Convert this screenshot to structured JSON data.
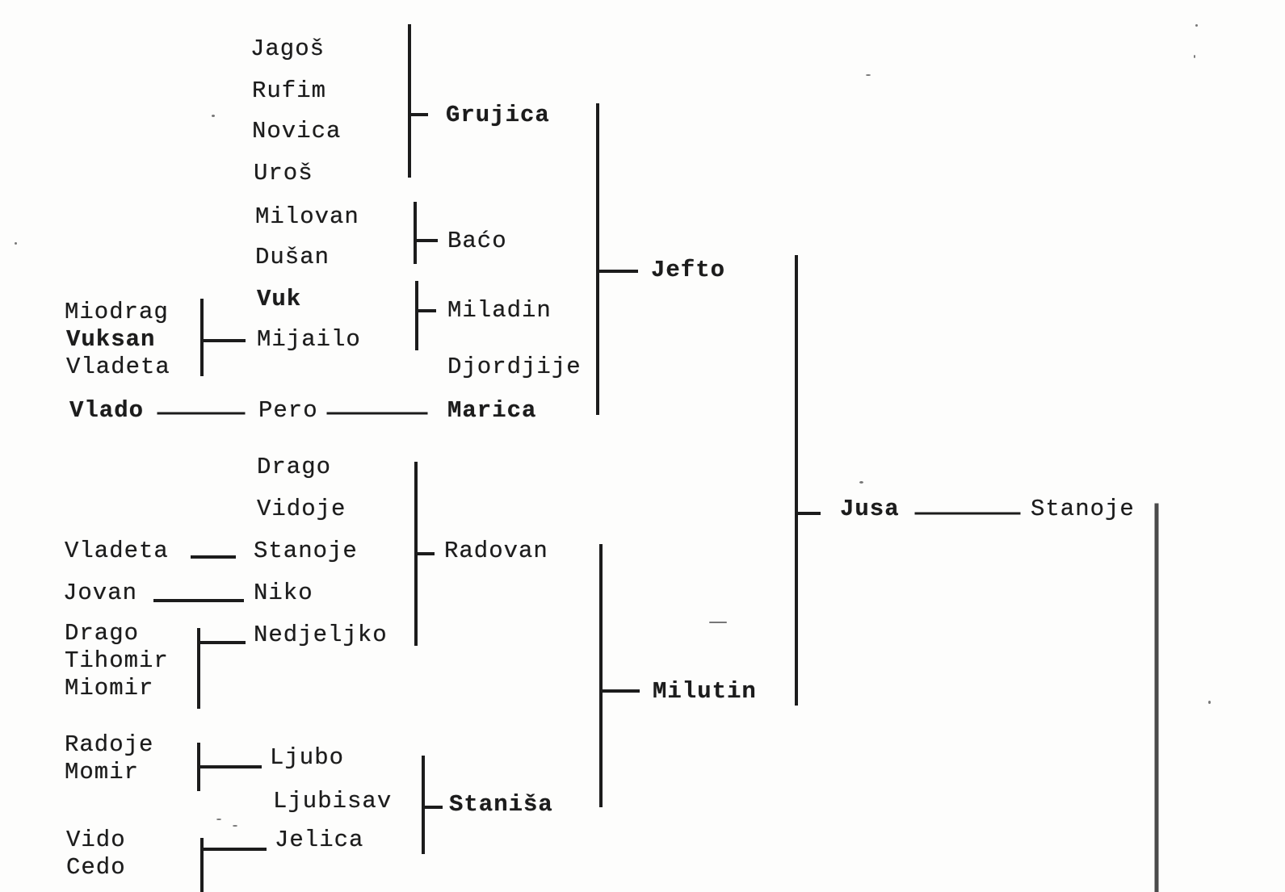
{
  "colors": {
    "ink": "#1c1c1c",
    "paper": "#fdfdfc"
  },
  "people": [
    "Jagoš",
    "Rufim",
    "Novica",
    "Uroš",
    "Milovan",
    "Dušan",
    "Vuk",
    "Mijailo",
    "Miodrag",
    "Vuksan",
    "Vladeta",
    "Vlado",
    "Pero",
    "Grujica",
    "Baćo",
    "Miladin",
    "Djordjije",
    "Marica",
    "Jefto",
    "Drago",
    "Vidoje",
    "Stanoje",
    "Niko",
    "Nedjeljko",
    "Radovan",
    "Vladeta",
    "Jovan",
    "Drago",
    "Tihomir",
    "Miomir",
    "Radoje",
    "Momir",
    "Ljubo",
    "Ljubisav",
    "Staniša",
    "Milutin",
    "Vido",
    "Cedo",
    "Jelica",
    "Jusa",
    "Stanoje"
  ]
}
